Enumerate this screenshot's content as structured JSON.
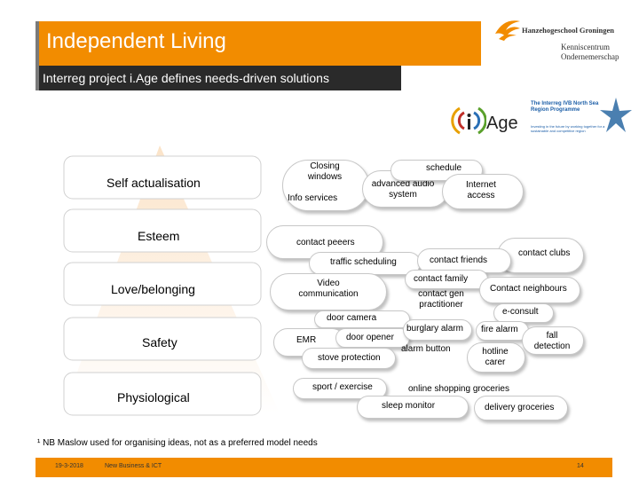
{
  "header": {
    "title": "Independent Living",
    "subtitle": "Interreg project i.Age defines needs-driven solutions"
  },
  "logo": {
    "name": "Hanzehogeschool Groningen",
    "line1": "Kenniscentrum",
    "line2": "Ondernemerschap"
  },
  "iage_logo": {
    "word": "Age",
    "program_title": "The Interreg IVB North Sea Region Programme",
    "program_sub": "Investing in the future by working together for a sustainable and competitive region"
  },
  "pyramid": {
    "levels": [
      "Self actualisation",
      "Esteem",
      "Love/belonging",
      "Safety",
      "Physiological"
    ]
  },
  "needs": {
    "closing_windows": "Closing windows",
    "schedule": "schedule",
    "info_services": "Info services",
    "advanced_audio": "advanced audio system",
    "internet_access": "Internet access",
    "contact_peers": "contact peeers",
    "contact_clubs": "contact clubs",
    "traffic_scheduling": "traffic scheduling",
    "contact_friends": "contact friends",
    "video_comm": "Video communication",
    "contact_family": "contact family",
    "contact_neighbours": "Contact neighbours",
    "contact_gen_practitioner": "contact gen practitioner",
    "e_consult": "e-consult",
    "door_camera": "door camera",
    "burglary_alarm": "burglary alarm",
    "fire_alarm": "fire alarm",
    "fall_detection": "fall detection",
    "emr": "EMR",
    "door_opener": "door opener",
    "alarm_button": "alarm button",
    "hotline_carer": "hotline carer",
    "stove_protection": "stove protection",
    "sport_exercise": "sport / exercise",
    "online_shopping": "online shopping groceries",
    "sleep_monitor": "sleep monitor",
    "delivery_groceries": "delivery groceries"
  },
  "footnote": "¹ NB Maslow used for organising ideas, not as a preferred model needs",
  "footer": {
    "date": "19-3-2018",
    "department": "New Business & ICT",
    "page": "14"
  },
  "colors": {
    "accent": "#f28c00",
    "dark_bar": "#2a2a2a"
  }
}
